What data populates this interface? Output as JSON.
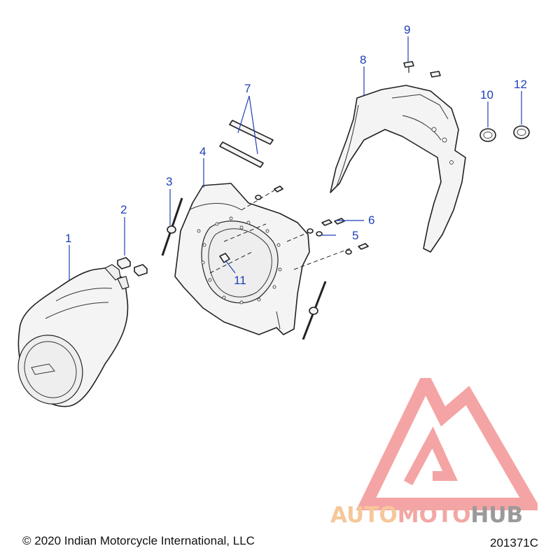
{
  "diagram": {
    "callouts": [
      "1",
      "2",
      "3",
      "4",
      "5",
      "6",
      "7",
      "8",
      "9",
      "10",
      "11",
      "12"
    ]
  },
  "footer": {
    "copyright": "© 2020 Indian Motorcycle International, LLC",
    "drawing_id": "201371C"
  },
  "watermark": {
    "part1": "AUTO",
    "part2": "MOTO",
    "part3": "HUB",
    "colors": {
      "auto": "#f6c79a",
      "moto": "#f2a7a4",
      "hub": "#9a9a9a"
    }
  }
}
